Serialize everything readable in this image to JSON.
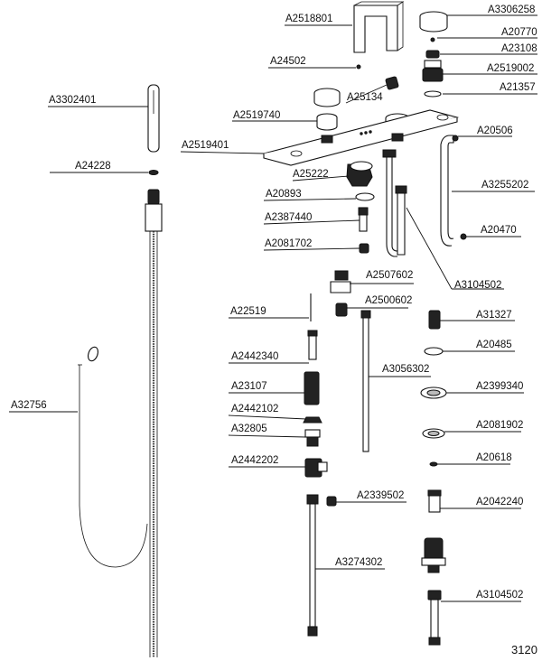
{
  "drawing_number": "3120",
  "parts": {
    "p1": "A2518801",
    "p2": "A3306258",
    "p3": "A20770",
    "p4": "A23108",
    "p5": "A24502",
    "p6": "A2519002",
    "p7": "A25134",
    "p8": "A21357",
    "p9": "A3302401",
    "p10": "A2519740",
    "p11": "A20506",
    "p12": "A2519401",
    "p13": "A25222",
    "p14": "A24228",
    "p15": "A3255202",
    "p16": "A20893",
    "p17": "A2387440",
    "p18": "A20470",
    "p19": "A2081702",
    "p20": "A2507602",
    "p21": "A3104502",
    "p22": "A22519",
    "p23": "A2500602",
    "p24": "A31327",
    "p25": "A2442340",
    "p26": "A20485",
    "p27": "A3056302",
    "p28": "A32756",
    "p29": "A23107",
    "p30": "A2399340",
    "p31": "A2442102",
    "p32": "A2081902",
    "p33": "A32805",
    "p34": "A20618",
    "p35": "A2442202",
    "p36": "A2339502",
    "p37": "A2042240",
    "p38": "A3274302",
    "p39": "A3104502"
  }
}
